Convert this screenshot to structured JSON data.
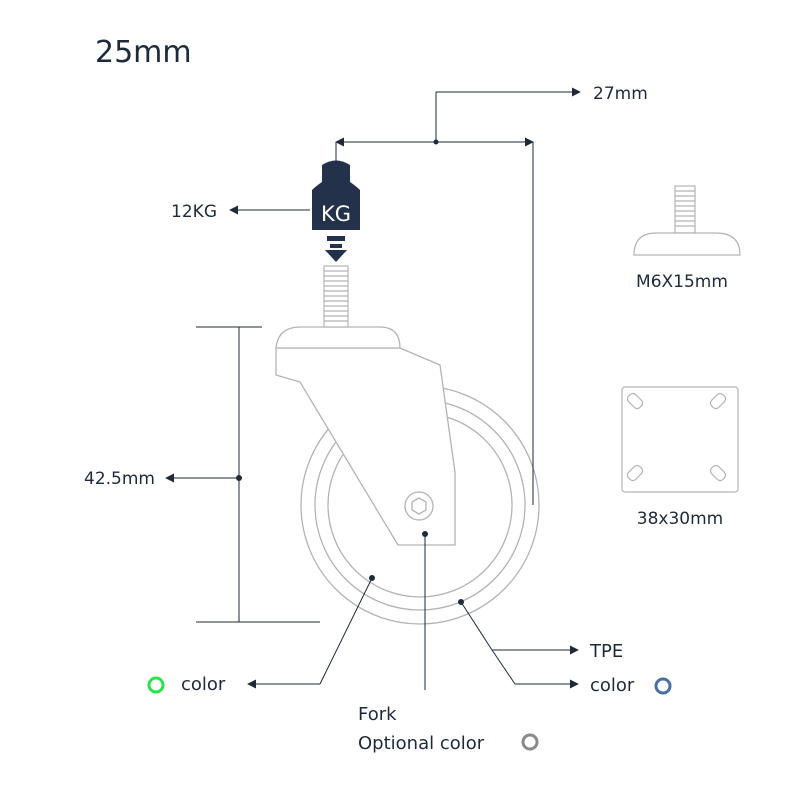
{
  "title": "25mm",
  "labels": {
    "offset": "27mm",
    "load": "12KG",
    "weight_icon_text": "KG",
    "stem": "M6X15mm",
    "height": "42.5mm",
    "plate": "38x30mm",
    "tire_material": "TPE",
    "wheel_color": "color",
    "tire_color": "color",
    "fork_line1": "Fork",
    "fork_line2": "Optional color"
  },
  "colors": {
    "line": "#1e2a3a",
    "outline": "#b3b3b3",
    "wheel_marker": "#2ee04a",
    "tire_marker": "#4a6fa6",
    "fork_marker": "#8a8a8a",
    "weight_icon": "#23324a"
  },
  "icons": {
    "weight": "kg-weight-icon",
    "markers": "ring-icon"
  }
}
